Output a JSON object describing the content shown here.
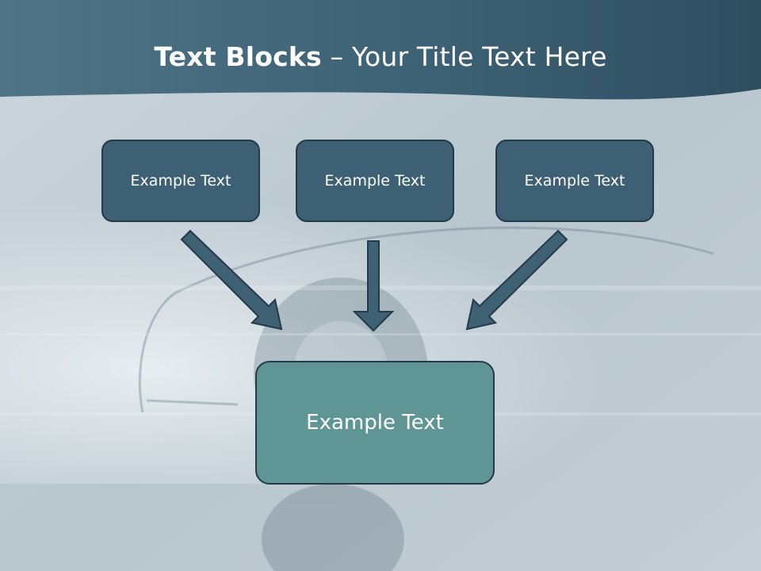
{
  "slide": {
    "title_bold": "Text Blocks",
    "title_rest": " – Your Title Text Here",
    "top_boxes": [
      {
        "label": "Example Text"
      },
      {
        "label": "Example Text"
      },
      {
        "label": "Example Text"
      }
    ],
    "bottom_box": {
      "label": "Example Text"
    }
  },
  "colors": {
    "header_band": "#3f6478",
    "top_box_fill": "#3d6075",
    "bottom_box_fill": "#5f9595",
    "arrow_fill": "#3f6174",
    "outline": "#233a4a"
  }
}
